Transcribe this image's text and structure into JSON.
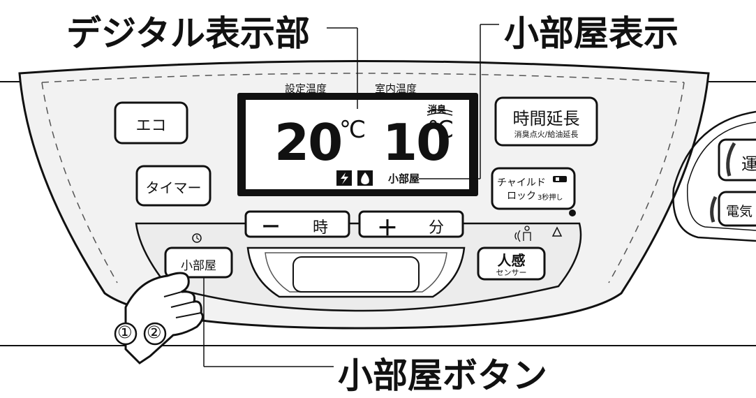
{
  "callouts": {
    "digital_display": "デジタル表示部",
    "small_room_display": "小部屋表示",
    "small_room_button": "小部屋ボタン"
  },
  "display": {
    "set_temp_label": "設定温度",
    "room_temp_label": "室内温度",
    "set_temp_value": "20",
    "room_temp_value": "10",
    "unit": "℃",
    "deodorize": "消臭",
    "small_room": "小部屋"
  },
  "buttons": {
    "eco": "エコ",
    "timer": "タイマー",
    "extend_title": "時間延長",
    "extend_sub": "消臭点火/給油延長",
    "child_lock_line1": "チャイルド",
    "child_lock_line2": "ロック",
    "child_lock_hint": "3秒押し",
    "minus": "ー",
    "hour": "時",
    "plus": "＋",
    "minute": "分",
    "small_room": "小部屋",
    "human_sensor": "人感",
    "human_sensor_sub": "センサー"
  },
  "side_panel": {
    "operate_partial": "運",
    "electric_partial": "電気"
  },
  "steps": {
    "step1": "①",
    "step2": "②"
  }
}
